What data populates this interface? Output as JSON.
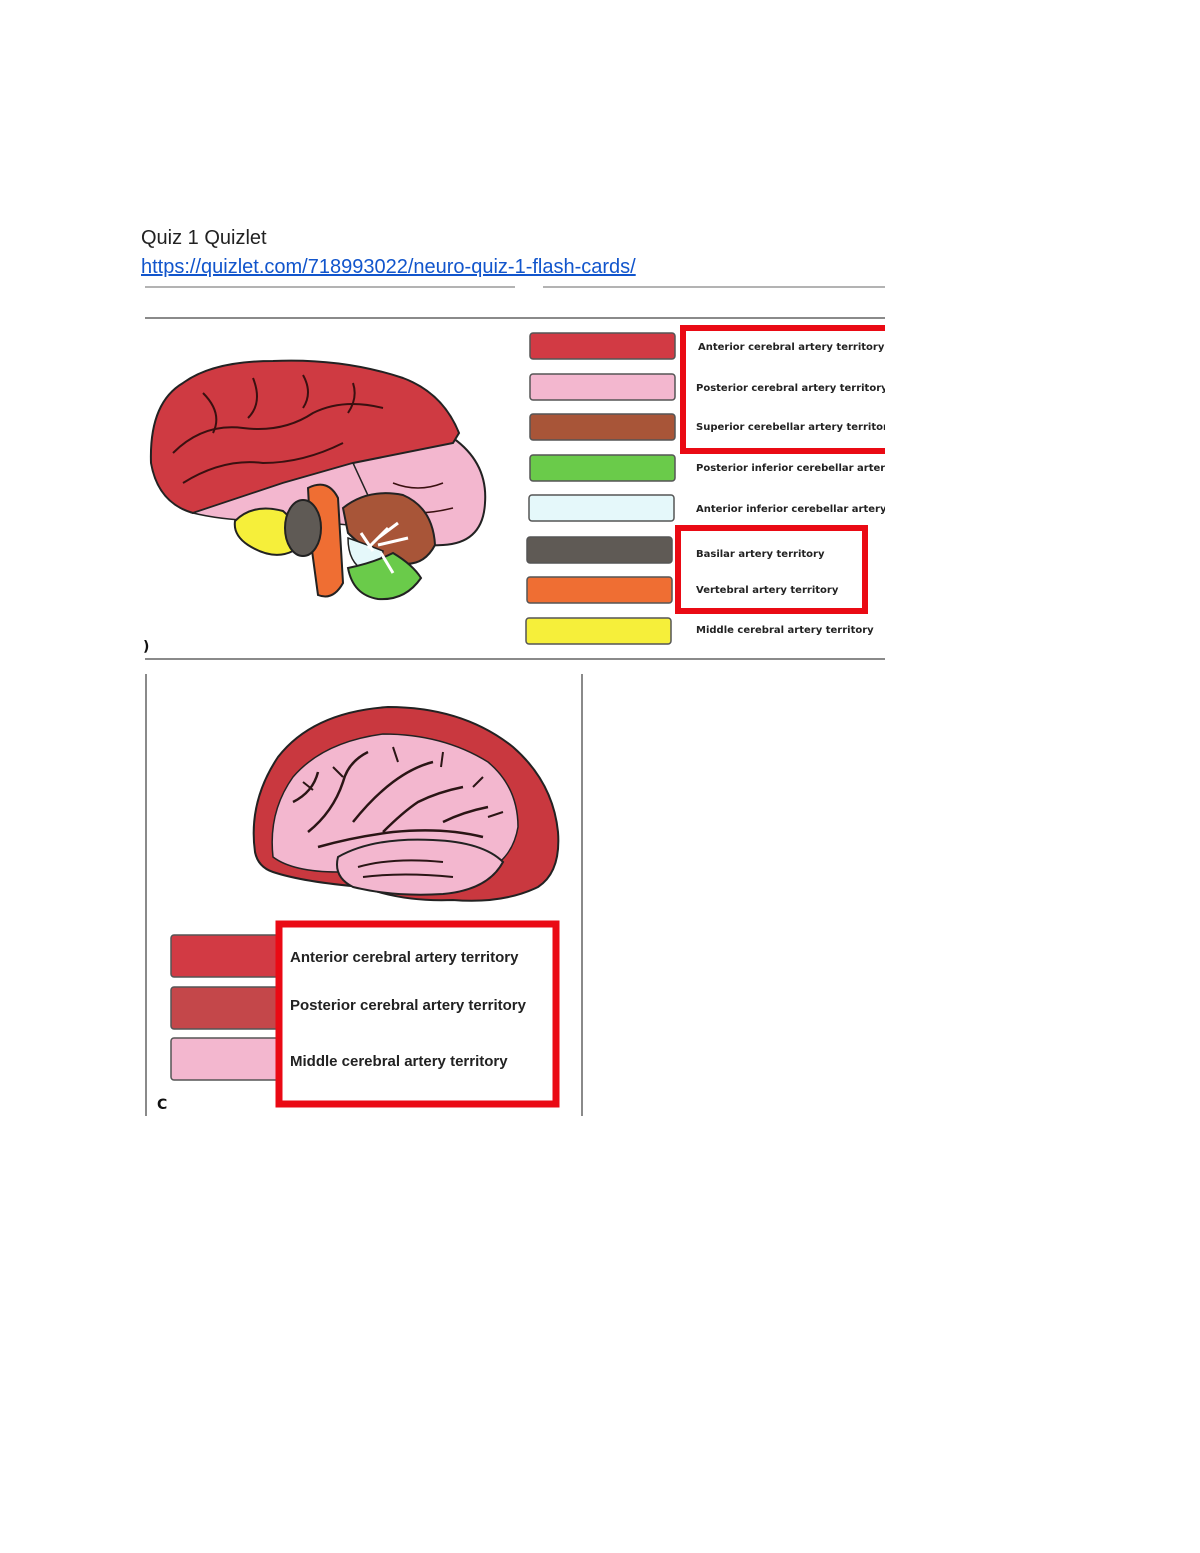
{
  "document": {
    "title": "Quiz 1 Quizlet",
    "link": "https://quizlet.com/718993022/neuro-quiz-1-flash-cards/"
  },
  "figure_medial": {
    "panel_letter": ")",
    "legend": [
      {
        "label": "Anterior cerebral artery territory",
        "color": "#d23a44"
      },
      {
        "label": "Posterior cerebral artery territory",
        "color": "#f3b7cf"
      },
      {
        "label": "Superior cerebellar artery territory",
        "color": "#a85538"
      },
      {
        "label": "Posterior inferior cerebellar artery ter",
        "color": "#6acb4a"
      },
      {
        "label": "Anterior inferior cerebellar artery ten",
        "color": "#e5f8fa"
      },
      {
        "label": "Basilar artery territory",
        "color": "#5f5a55"
      },
      {
        "label": "Vertebral artery territory",
        "color": "#ef6e33"
      },
      {
        "label": "Middle cerebral artery territory",
        "color": "#f6ef3a"
      }
    ]
  },
  "figure_lateral": {
    "panel_letter": "C",
    "legend": [
      {
        "label": "Anterior cerebral artery territory",
        "color": "#d23a44"
      },
      {
        "label": "Posterior cerebral artery territory",
        "color": "#c4474a"
      },
      {
        "label": "Middle cerebral artery territory",
        "color": "#f3b7cf"
      }
    ]
  },
  "colors": {
    "highlight": "#ea0a14",
    "link": "#1155cc"
  }
}
